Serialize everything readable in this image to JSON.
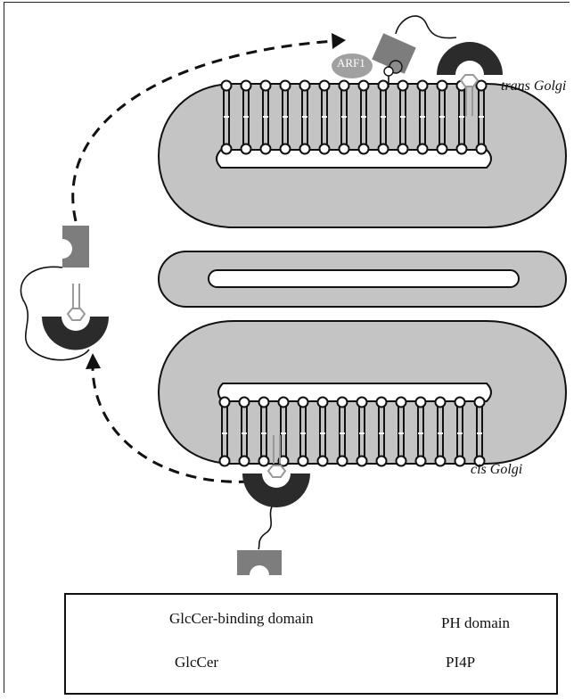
{
  "labels": {
    "trans_golgi": "trans Golgi",
    "cis_golgi": "cis Golgi",
    "arf1": "ARF1"
  },
  "legend": {
    "glccer_binding": "GlcCer-binding domain",
    "ph_domain": "PH domain",
    "glccer": "GlcCer",
    "pi4p": "PI4P"
  },
  "colors": {
    "membrane_fill": "#c4c4c4",
    "domain_dark": "#2b2b2b",
    "ph_grey": "#7d7d7d",
    "arf1_grey": "#a0a0a0",
    "pi4p_grey": "#8c8c8c",
    "glccer_grey": "#9a9a9a"
  }
}
